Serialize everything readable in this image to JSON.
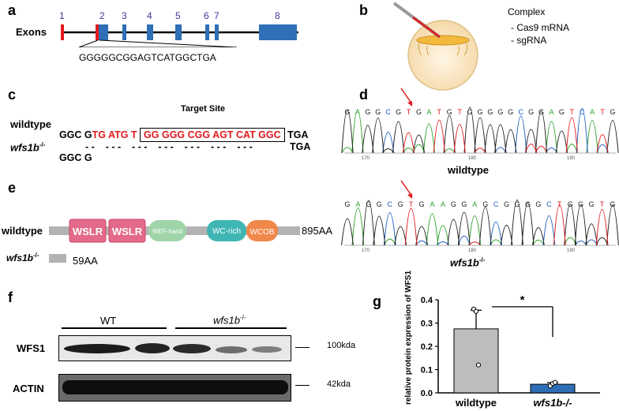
{
  "panels": {
    "a": {
      "label": "a",
      "exons_label": "Exons",
      "exon_numbers": [
        "1",
        "2",
        "3",
        "4",
        "5",
        "6",
        "7",
        "8"
      ],
      "target_sequence": "GGGGGCGGAGTCATGGCTGA"
    },
    "b": {
      "label": "b",
      "complex_title": "Complex",
      "components": [
        "- Cas9 mRNA",
        "- sgRNA"
      ]
    },
    "c": {
      "label": "c",
      "target_site_label": "Target Site",
      "wildtype_label": "wildtype",
      "mutant_label": "wfs1b",
      "mutant_superscript": "-/-",
      "wt_seq_prefix": "GGC G",
      "wt_seq_red1": "TG ATG T",
      "wt_seq_boxed": "GG GGG CGG AGT CAT GGC",
      "wt_seq_suffix": "TGA",
      "mut_seq_prefix": "GGC G",
      "mut_seq_dashes": "- -    - - -    - - -    - - -    - - -    - - -    - - -",
      "mut_seq_suffix": "TGA"
    },
    "d": {
      "label": "d",
      "wt_bases": "GAGGCGTGATGTGGGGGCGGAGTCATG",
      "mut_bases": "GAGGCGTGAAGGAGCGGGGCTGGGTG",
      "wt_ticks": [
        "170",
        "180",
        "190"
      ],
      "mut_ticks": [
        "170",
        "180",
        "190"
      ],
      "wt_caption": "wildtype",
      "mut_caption": "wfs1b",
      "mut_superscript": "-/-"
    },
    "e": {
      "label": "e",
      "wildtype_label": "wildtype",
      "domains": [
        "WSLR",
        "WSLR",
        "WEF-hand",
        "WC-rich",
        "WCOB"
      ],
      "wt_length": "895AA",
      "mutant_label": "wfs1b",
      "mutant_superscript": "-/-",
      "mut_length": "59AA",
      "colors": {
        "wslr": "#e36a8a",
        "wef": "#9fd4a8",
        "wc": "#3fb6b4",
        "wcob": "#f0884a",
        "backbone": "#b3b3b3"
      }
    },
    "f": {
      "label": "f",
      "wt_group": "WT",
      "mut_group": "wfs1b",
      "mut_superscript": "-/-",
      "wfs1_label": "WFS1",
      "actin_label": "ACTIN",
      "wfs1_size": "100kda",
      "actin_size": "42kda"
    },
    "g": {
      "label": "g",
      "significance": "*"
    }
  },
  "chart_data": {
    "type": "bar",
    "categories": [
      "wildtype",
      "wfs1b-/-"
    ],
    "values": [
      0.275,
      0.037
    ],
    "errors": [
      0.08,
      0.007
    ],
    "points": [
      [
        0.36,
        0.35,
        0.12
      ],
      [
        0.03,
        0.04,
        0.045
      ]
    ],
    "ylabel": "relative protein expression of WFS1",
    "ylim": [
      0,
      0.4
    ],
    "yticks": [
      "0.0",
      "0.1",
      "0.2",
      "0.3",
      "0.4"
    ],
    "colors": [
      "#bdbdbd",
      "#2e6fb5"
    ],
    "significance": "*"
  }
}
